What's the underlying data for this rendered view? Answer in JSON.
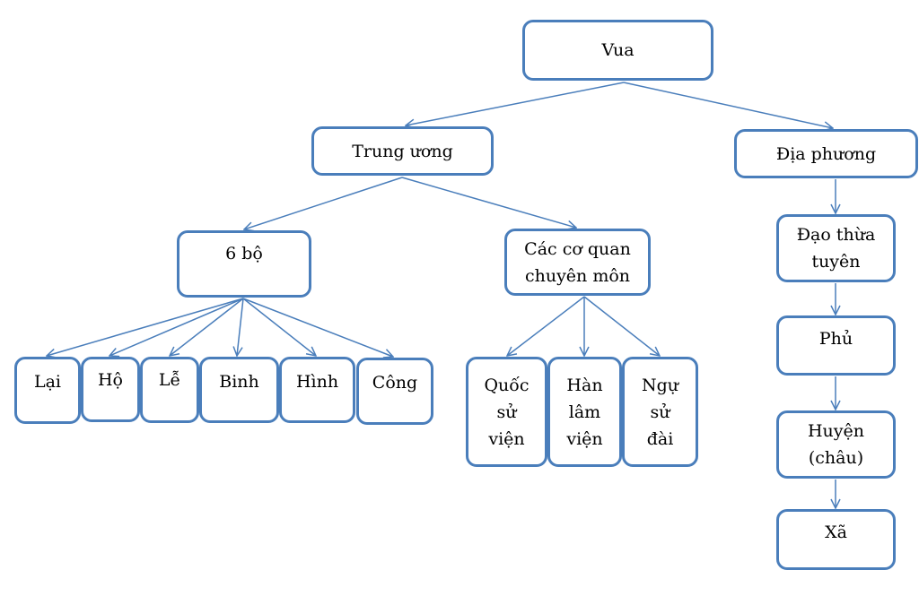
{
  "colors": {
    "border": "#4a7ebb",
    "edge": "#4a7ebb",
    "text": "#000000"
  },
  "nodes": {
    "vua": "Vua",
    "trung_uong": "Trung ương",
    "dia_phuong": "Địa phương",
    "sau_bo": "6 bộ",
    "co_quan": "Các cơ quan\nchuyên môn",
    "lai": "Lại",
    "ho": "Hộ",
    "le": "Lễ",
    "binh": "Binh",
    "hinh": "Hình",
    "cong": "Công",
    "quoc_su_vien": "Quốc\nsử\nviện",
    "han_lam_vien": "Hàn\nlâm\nviện",
    "ngu_su_dai": "Ngự\nsử\nđài",
    "dao_thua_tuyen": "Đạo thừa\ntuyên",
    "phu": "Phủ",
    "huyen": "Huyện\n(châu)",
    "xa": "Xã"
  }
}
